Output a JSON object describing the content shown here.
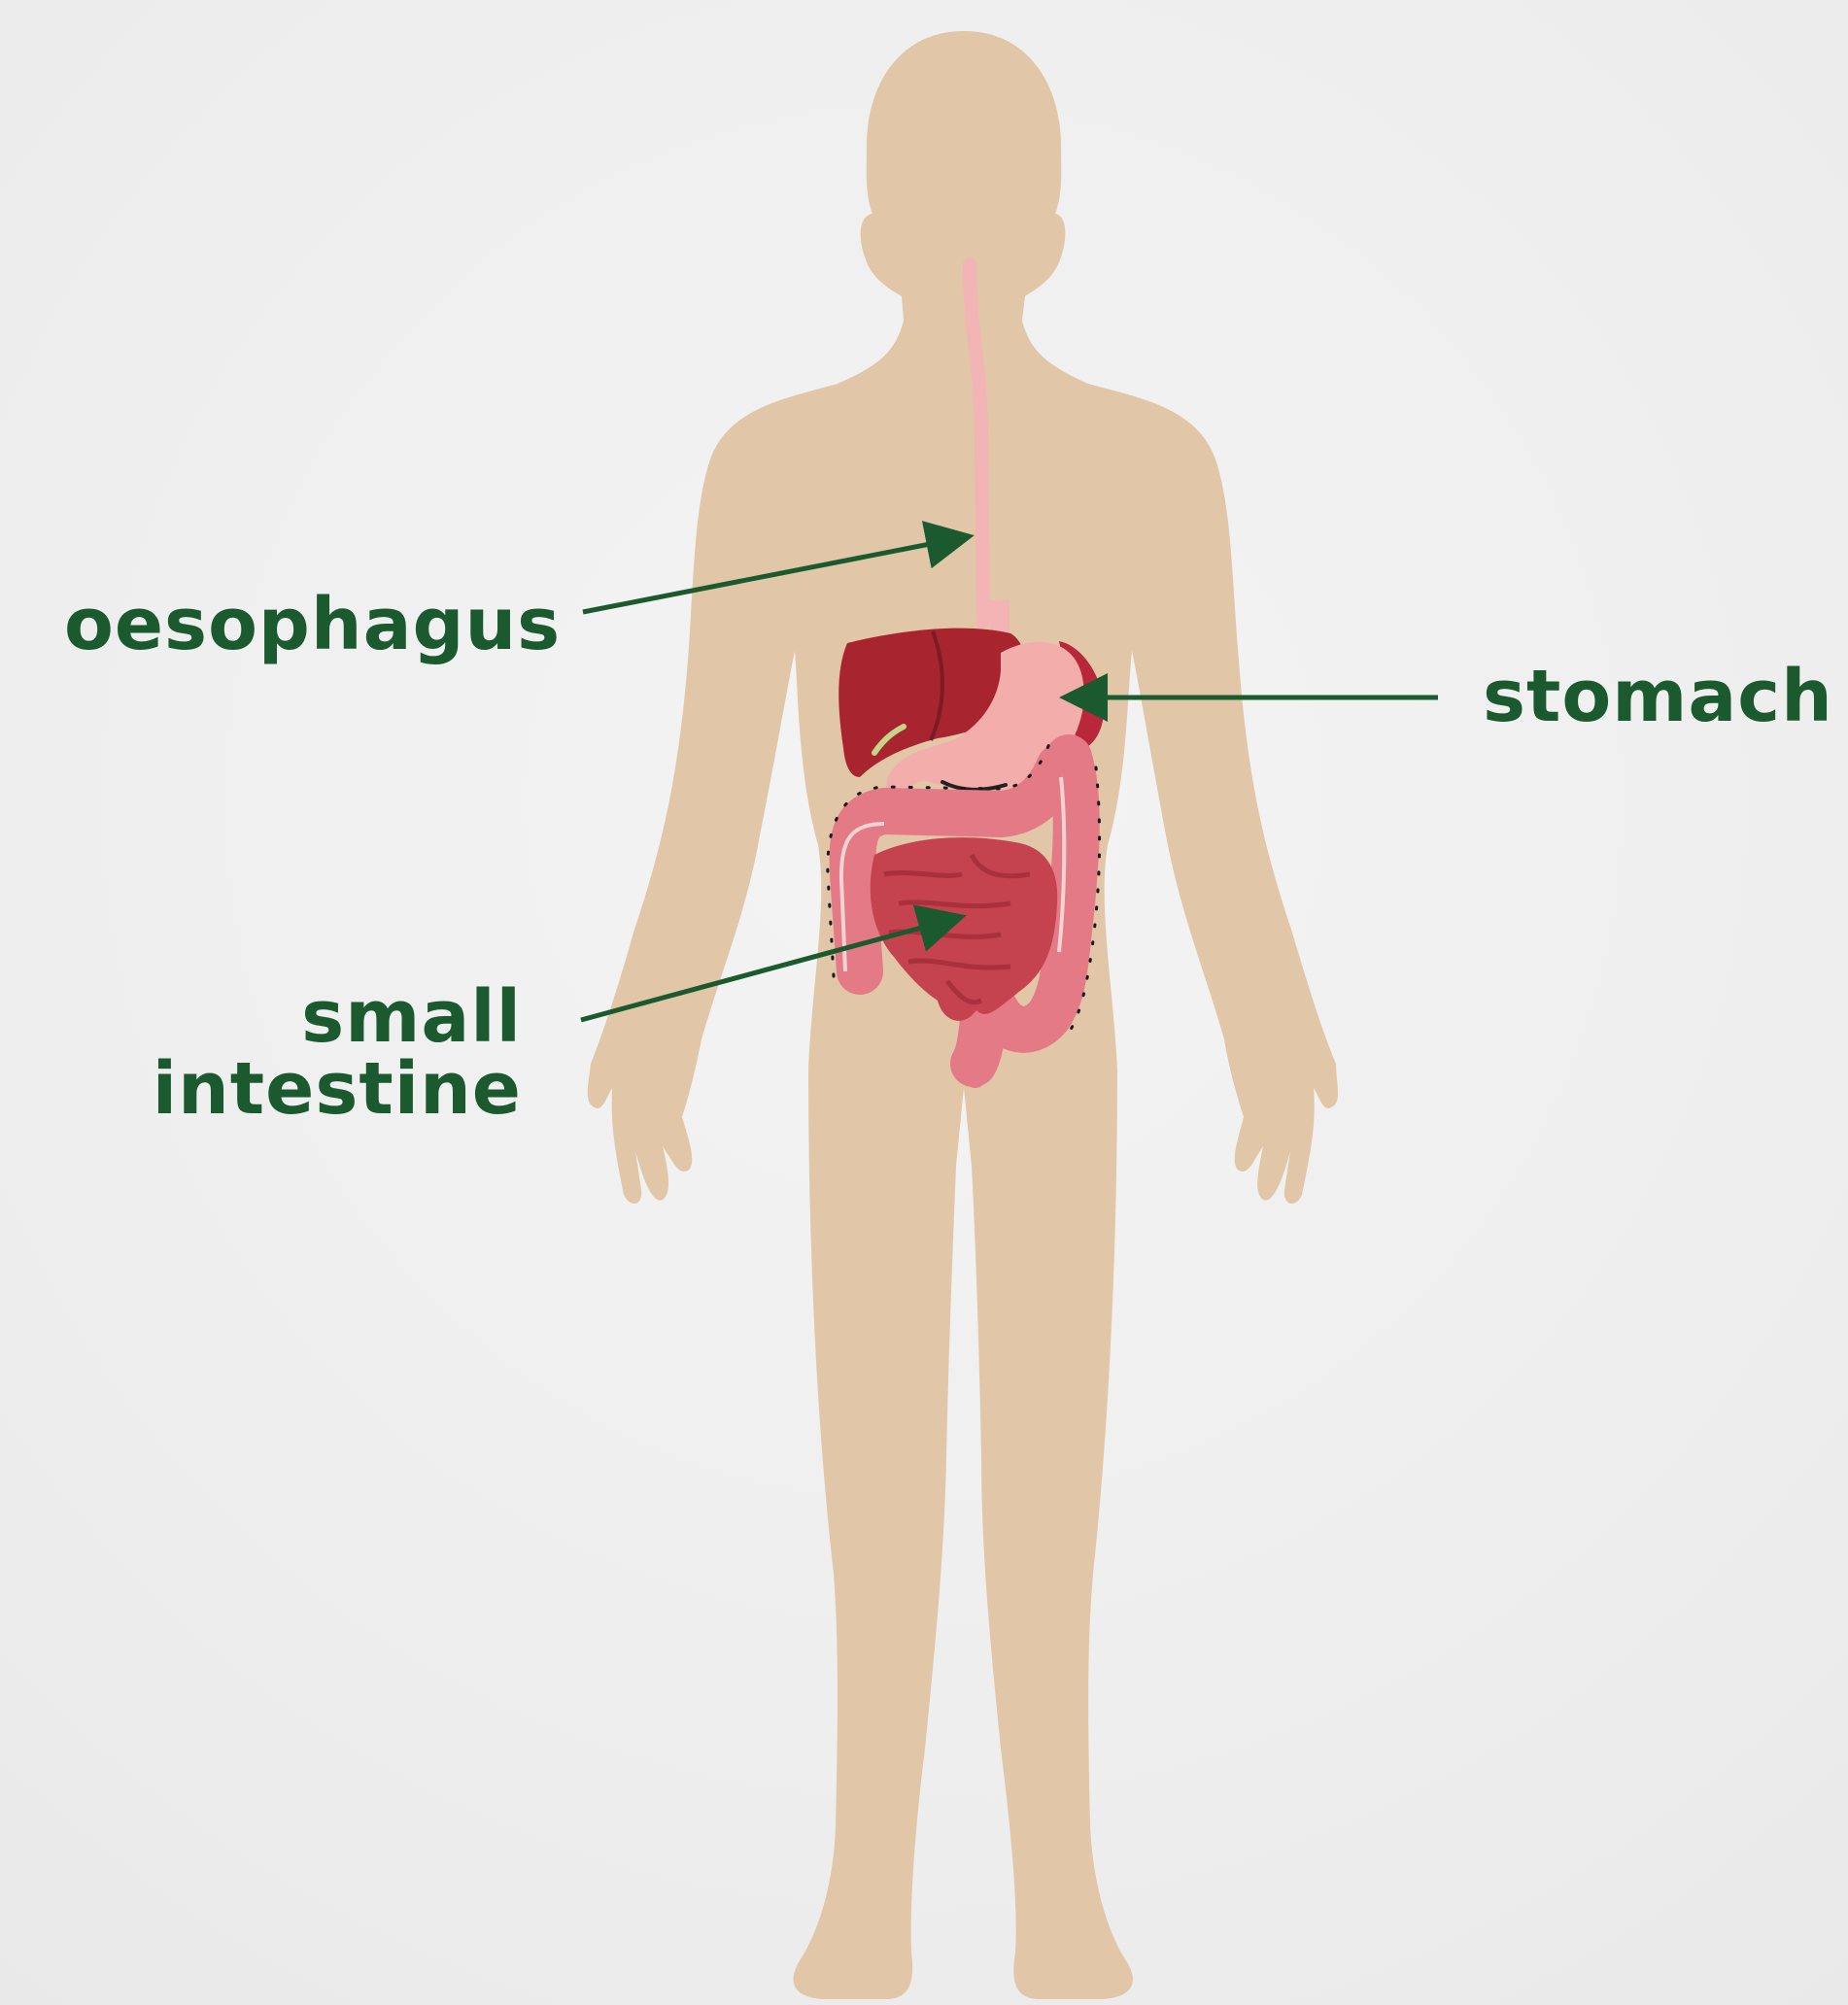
{
  "labels": {
    "oesophagus": "oesophagus",
    "stomach": "stomach",
    "small_intestine_line1": "small",
    "small_intestine_line2": "intestine"
  },
  "colors": {
    "background": "#efefef",
    "skin": "#e2c6a8",
    "label_green": "#1b5a2e",
    "oesophagus": "#f2b4b4",
    "stomach": "#f3adab",
    "liver": "#a8242f",
    "spleen": "#b8283a",
    "large_intestine": "#e47a86",
    "small_intestine": "#c5424f"
  }
}
